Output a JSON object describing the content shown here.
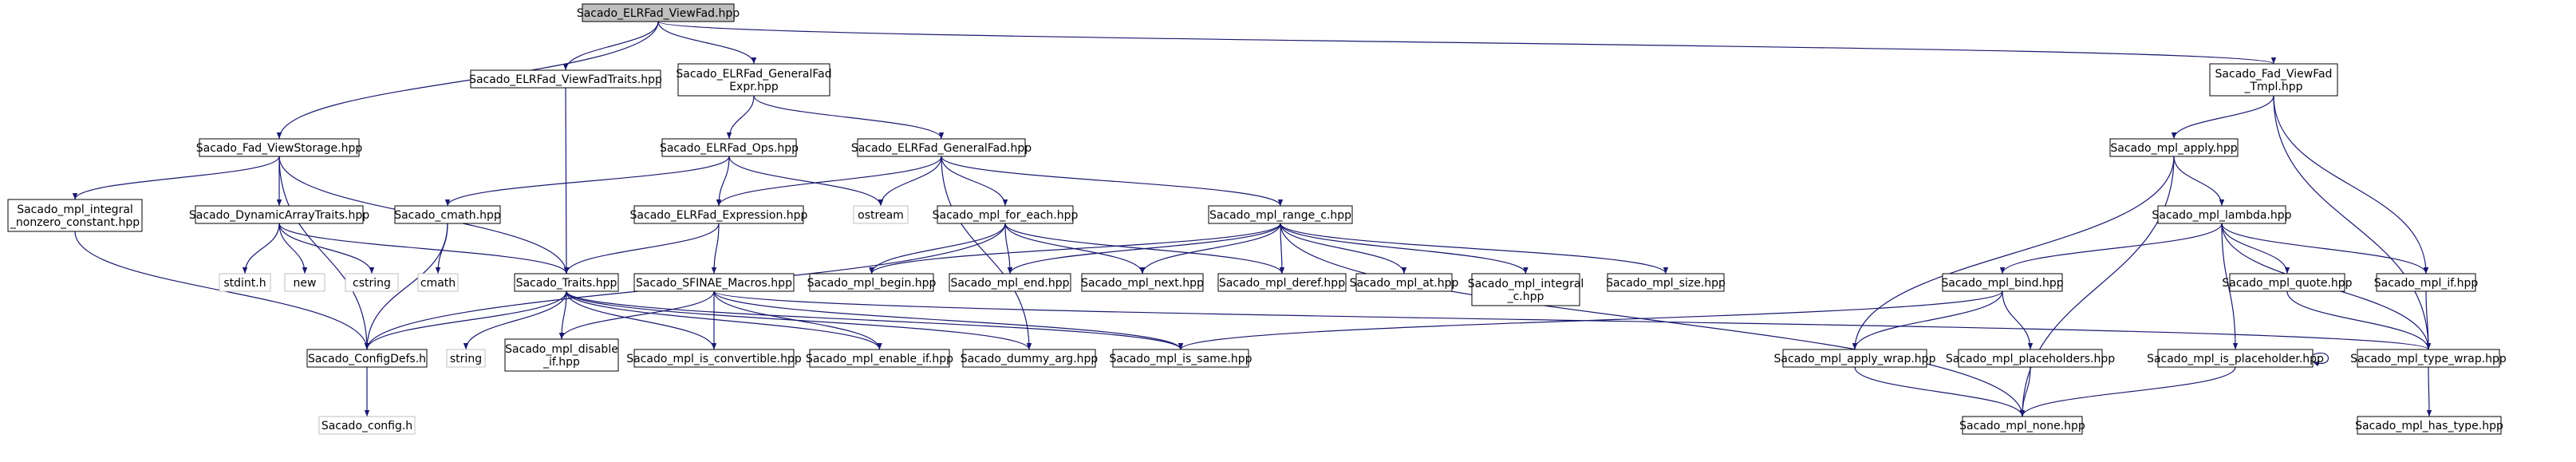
{
  "colors": {
    "edge": "#191970",
    "node_border": "#000000",
    "system_border": "#bfbfbf",
    "root_fill": "#bfbfbf"
  },
  "nodes": [
    {
      "id": "root",
      "lines": [
        "Sacado_ELRFad_ViewFad.hpp"
      ],
      "style": "root"
    },
    {
      "id": "viewfadtraits",
      "lines": [
        "Sacado_ELRFad_ViewFadTraits.hpp"
      ],
      "style": "normal"
    },
    {
      "id": "generalfadexpr",
      "lines": [
        "Sacado_ELRFad_GeneralFad",
        "Expr.hpp"
      ],
      "style": "normal"
    },
    {
      "id": "viewfad_tmpl",
      "lines": [
        "Sacado_Fad_ViewFad",
        "_Tmpl.hpp"
      ],
      "style": "normal"
    },
    {
      "id": "viewstorage",
      "lines": [
        "Sacado_Fad_ViewStorage.hpp"
      ],
      "style": "normal"
    },
    {
      "id": "elrfad_ops",
      "lines": [
        "Sacado_ELRFad_Ops.hpp"
      ],
      "style": "normal"
    },
    {
      "id": "generalfad",
      "lines": [
        "Sacado_ELRFad_GeneralFad.hpp"
      ],
      "style": "normal"
    },
    {
      "id": "mpl_apply",
      "lines": [
        "Sacado_mpl_apply.hpp"
      ],
      "style": "normal"
    },
    {
      "id": "mpl_integral_nonzero",
      "lines": [
        "Sacado_mpl_integral",
        "_nonzero_constant.hpp"
      ],
      "style": "normal"
    },
    {
      "id": "dynarraytraits",
      "lines": [
        "Sacado_DynamicArrayTraits.hpp"
      ],
      "style": "normal"
    },
    {
      "id": "cmath_hpp",
      "lines": [
        "Sacado_cmath.hpp"
      ],
      "style": "normal"
    },
    {
      "id": "elrfad_expression",
      "lines": [
        "Sacado_ELRFad_Expression.hpp"
      ],
      "style": "normal"
    },
    {
      "id": "ostream",
      "lines": [
        "ostream"
      ],
      "style": "system"
    },
    {
      "id": "mpl_for_each",
      "lines": [
        "Sacado_mpl_for_each.hpp"
      ],
      "style": "normal"
    },
    {
      "id": "mpl_range_c",
      "lines": [
        "Sacado_mpl_range_c.hpp"
      ],
      "style": "normal"
    },
    {
      "id": "mpl_lambda",
      "lines": [
        "Sacado_mpl_lambda.hpp"
      ],
      "style": "normal"
    },
    {
      "id": "stdint",
      "lines": [
        "stdint.h"
      ],
      "style": "system"
    },
    {
      "id": "new",
      "lines": [
        "new"
      ],
      "style": "system"
    },
    {
      "id": "cstring",
      "lines": [
        "cstring"
      ],
      "style": "system"
    },
    {
      "id": "cmath",
      "lines": [
        "cmath"
      ],
      "style": "system"
    },
    {
      "id": "traits",
      "lines": [
        "Sacado_Traits.hpp"
      ],
      "style": "normal"
    },
    {
      "id": "sfinae",
      "lines": [
        "Sacado_SFINAE_Macros.hpp"
      ],
      "style": "normal"
    },
    {
      "id": "mpl_begin",
      "lines": [
        "Sacado_mpl_begin.hpp"
      ],
      "style": "normal"
    },
    {
      "id": "mpl_end",
      "lines": [
        "Sacado_mpl_end.hpp"
      ],
      "style": "normal"
    },
    {
      "id": "mpl_next",
      "lines": [
        "Sacado_mpl_next.hpp"
      ],
      "style": "normal"
    },
    {
      "id": "mpl_deref",
      "lines": [
        "Sacado_mpl_deref.hpp"
      ],
      "style": "normal"
    },
    {
      "id": "mpl_at",
      "lines": [
        "Sacado_mpl_at.hpp"
      ],
      "style": "normal"
    },
    {
      "id": "mpl_integral_c",
      "lines": [
        "Sacado_mpl_integral",
        "_c.hpp"
      ],
      "style": "normal"
    },
    {
      "id": "mpl_size",
      "lines": [
        "Sacado_mpl_size.hpp"
      ],
      "style": "normal"
    },
    {
      "id": "mpl_bind",
      "lines": [
        "Sacado_mpl_bind.hpp"
      ],
      "style": "normal"
    },
    {
      "id": "mpl_quote",
      "lines": [
        "Sacado_mpl_quote.hpp"
      ],
      "style": "normal"
    },
    {
      "id": "mpl_if",
      "lines": [
        "Sacado_mpl_if.hpp"
      ],
      "style": "normal"
    },
    {
      "id": "configdefs",
      "lines": [
        "Sacado_ConfigDefs.h"
      ],
      "style": "normal"
    },
    {
      "id": "string",
      "lines": [
        "string"
      ],
      "style": "system"
    },
    {
      "id": "mpl_disable_if",
      "lines": [
        "Sacado_mpl_disable",
        "_if.hpp"
      ],
      "style": "normal"
    },
    {
      "id": "mpl_is_convertible",
      "lines": [
        "Sacado_mpl_is_convertible.hpp"
      ],
      "style": "normal"
    },
    {
      "id": "mpl_enable_if",
      "lines": [
        "Sacado_mpl_enable_if.hpp"
      ],
      "style": "normal"
    },
    {
      "id": "dummy_arg",
      "lines": [
        "Sacado_dummy_arg.hpp"
      ],
      "style": "normal"
    },
    {
      "id": "mpl_is_same",
      "lines": [
        "Sacado_mpl_is_same.hpp"
      ],
      "style": "normal"
    },
    {
      "id": "mpl_apply_wrap",
      "lines": [
        "Sacado_mpl_apply_wrap.hpp"
      ],
      "style": "normal"
    },
    {
      "id": "mpl_placeholders",
      "lines": [
        "Sacado_mpl_placeholders.hpp"
      ],
      "style": "normal"
    },
    {
      "id": "mpl_is_placeholder",
      "lines": [
        "Sacado_mpl_is_placeholder.hpp"
      ],
      "style": "normal"
    },
    {
      "id": "mpl_type_wrap",
      "lines": [
        "Sacado_mpl_type_wrap.hpp"
      ],
      "style": "normal"
    },
    {
      "id": "config",
      "lines": [
        "Sacado_config.h"
      ],
      "style": "system"
    },
    {
      "id": "mpl_none",
      "lines": [
        "Sacado_mpl_none.hpp"
      ],
      "style": "normal"
    },
    {
      "id": "mpl_has_type",
      "lines": [
        "Sacado_mpl_has_type.hpp"
      ],
      "style": "normal"
    }
  ],
  "edges": [
    [
      "root",
      "viewstorage"
    ],
    [
      "root",
      "viewfadtraits"
    ],
    [
      "root",
      "generalfadexpr"
    ],
    [
      "root",
      "viewfad_tmpl"
    ],
    [
      "viewfadtraits",
      "traits"
    ],
    [
      "generalfadexpr",
      "elrfad_ops"
    ],
    [
      "generalfadexpr",
      "generalfad"
    ],
    [
      "viewfad_tmpl",
      "mpl_apply"
    ],
    [
      "viewfad_tmpl",
      "mpl_if"
    ],
    [
      "viewfad_tmpl",
      "mpl_type_wrap"
    ],
    [
      "viewstorage",
      "mpl_integral_nonzero"
    ],
    [
      "viewstorage",
      "dynarraytraits"
    ],
    [
      "viewstorage",
      "configdefs"
    ],
    [
      "viewstorage",
      "traits"
    ],
    [
      "elrfad_ops",
      "cmath_hpp"
    ],
    [
      "elrfad_ops",
      "elrfad_expression"
    ],
    [
      "elrfad_ops",
      "ostream"
    ],
    [
      "generalfad",
      "elrfad_expression"
    ],
    [
      "generalfad",
      "ostream"
    ],
    [
      "generalfad",
      "mpl_for_each"
    ],
    [
      "generalfad",
      "mpl_range_c"
    ],
    [
      "generalfad",
      "dummy_arg"
    ],
    [
      "mpl_apply",
      "mpl_apply_wrap"
    ],
    [
      "mpl_apply",
      "mpl_lambda"
    ],
    [
      "mpl_apply",
      "mpl_none"
    ],
    [
      "mpl_integral_nonzero",
      "configdefs"
    ],
    [
      "dynarraytraits",
      "stdint"
    ],
    [
      "dynarraytraits",
      "new"
    ],
    [
      "dynarraytraits",
      "cstring"
    ],
    [
      "dynarraytraits",
      "traits"
    ],
    [
      "cmath_hpp",
      "cmath"
    ],
    [
      "cmath_hpp",
      "configdefs"
    ],
    [
      "elrfad_expression",
      "traits"
    ],
    [
      "elrfad_expression",
      "sfinae"
    ],
    [
      "mpl_for_each",
      "mpl_begin"
    ],
    [
      "mpl_for_each",
      "mpl_end"
    ],
    [
      "mpl_for_each",
      "mpl_next"
    ],
    [
      "mpl_for_each",
      "mpl_deref"
    ],
    [
      "mpl_for_each",
      "configdefs"
    ],
    [
      "mpl_range_c",
      "mpl_begin"
    ],
    [
      "mpl_range_c",
      "mpl_end"
    ],
    [
      "mpl_range_c",
      "mpl_next"
    ],
    [
      "mpl_range_c",
      "mpl_deref"
    ],
    [
      "mpl_range_c",
      "mpl_at"
    ],
    [
      "mpl_range_c",
      "mpl_integral_c"
    ],
    [
      "mpl_range_c",
      "mpl_size"
    ],
    [
      "mpl_range_c",
      "mpl_none"
    ],
    [
      "mpl_lambda",
      "mpl_bind"
    ],
    [
      "mpl_lambda",
      "mpl_quote"
    ],
    [
      "mpl_lambda",
      "mpl_if"
    ],
    [
      "mpl_lambda",
      "mpl_is_placeholder"
    ],
    [
      "mpl_lambda",
      "mpl_type_wrap"
    ],
    [
      "traits",
      "configdefs"
    ],
    [
      "traits",
      "string"
    ],
    [
      "traits",
      "mpl_disable_if"
    ],
    [
      "traits",
      "mpl_is_convertible"
    ],
    [
      "traits",
      "mpl_enable_if"
    ],
    [
      "traits",
      "dummy_arg"
    ],
    [
      "traits",
      "mpl_is_same"
    ],
    [
      "sfinae",
      "mpl_disable_if"
    ],
    [
      "sfinae",
      "mpl_is_convertible"
    ],
    [
      "sfinae",
      "mpl_enable_if"
    ],
    [
      "sfinae",
      "mpl_is_same"
    ],
    [
      "sfinae",
      "mpl_type_wrap"
    ],
    [
      "mpl_bind",
      "mpl_is_same"
    ],
    [
      "mpl_bind",
      "mpl_apply_wrap"
    ],
    [
      "mpl_bind",
      "mpl_placeholders"
    ],
    [
      "mpl_quote",
      "mpl_type_wrap"
    ],
    [
      "mpl_if",
      "mpl_type_wrap"
    ],
    [
      "configdefs",
      "config"
    ],
    [
      "mpl_apply_wrap",
      "mpl_none"
    ],
    [
      "mpl_placeholders",
      "mpl_none"
    ],
    [
      "mpl_is_placeholder",
      "mpl_is_placeholder"
    ],
    [
      "mpl_is_placeholder",
      "mpl_none"
    ],
    [
      "mpl_type_wrap",
      "mpl_has_type"
    ]
  ]
}
